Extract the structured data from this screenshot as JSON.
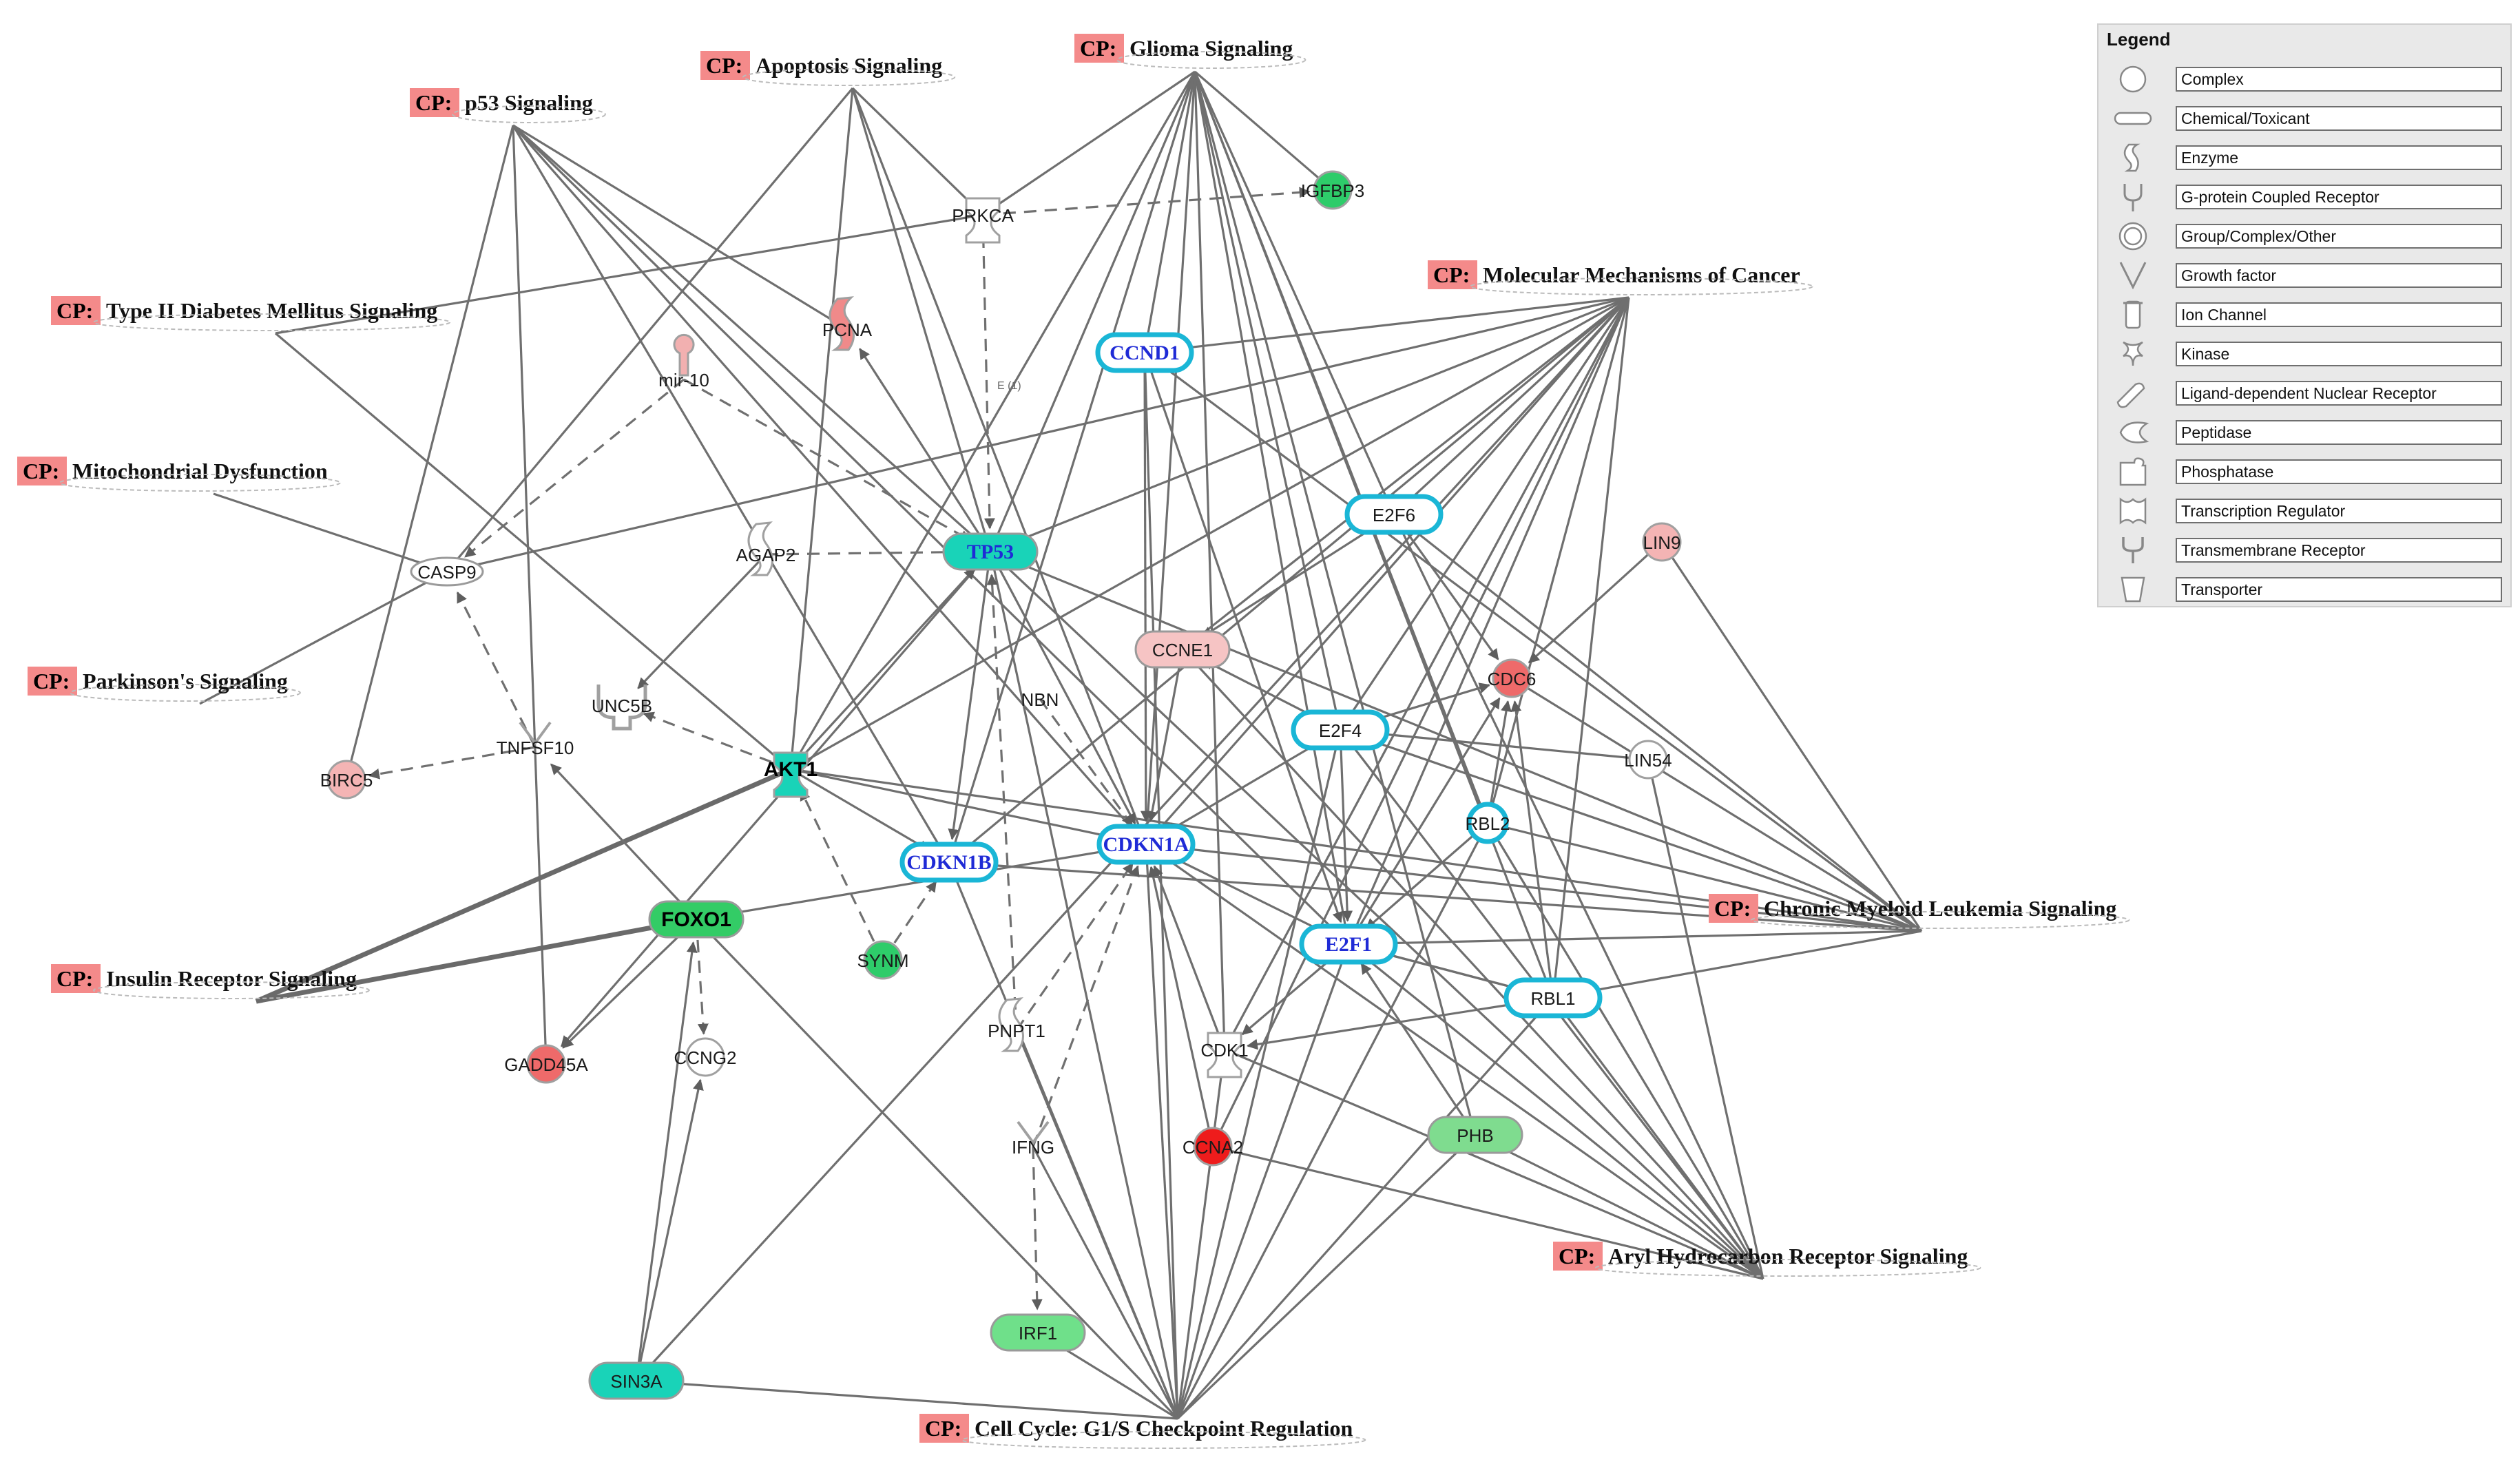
{
  "canonical_pathways": [
    {
      "id": "cp_p53",
      "tag": "CP:",
      "label": "p53 Signaling"
    },
    {
      "id": "cp_apop",
      "tag": "CP:",
      "label": "Apoptosis Signaling"
    },
    {
      "id": "cp_glioma",
      "tag": "CP:",
      "label": "Glioma Signaling"
    },
    {
      "id": "cp_t2d",
      "tag": "CP:",
      "label": "Type II Diabetes Mellitus Signaling"
    },
    {
      "id": "cp_mmc",
      "tag": "CP:",
      "label": "Molecular Mechanisms of Cancer"
    },
    {
      "id": "cp_mito",
      "tag": "CP:",
      "label": "Mitochondrial Dysfunction"
    },
    {
      "id": "cp_park",
      "tag": "CP:",
      "label": "Parkinson's Signaling"
    },
    {
      "id": "cp_cml",
      "tag": "CP:",
      "label": "Chronic Myeloid Leukemia Signaling"
    },
    {
      "id": "cp_ins",
      "tag": "CP:",
      "label": "Insulin Receptor Signaling"
    },
    {
      "id": "cp_ahr",
      "tag": "CP:",
      "label": "Aryl Hydrocarbon Receptor Signaling"
    },
    {
      "id": "cp_cc",
      "tag": "CP:",
      "label": "Cell Cycle: G1/S Checkpoint Regulation"
    }
  ],
  "nodes": [
    {
      "id": "PRKCA",
      "label": "PRKCA",
      "shape": "kinase",
      "fill": "#ffffff",
      "style": "normal"
    },
    {
      "id": "IGFBP3",
      "label": "IGFBP3",
      "shape": "circle",
      "fill": "#2ecc6a",
      "style": "normal"
    },
    {
      "id": "PCNA",
      "label": "PCNA",
      "shape": "enzyme",
      "fill": "#f08a8a",
      "style": "normal"
    },
    {
      "id": "CCND1",
      "label": "CCND1",
      "shape": "double",
      "fill": "#ffffff",
      "style": "blue"
    },
    {
      "id": "mir10",
      "label": "mir-10",
      "shape": "mirna",
      "fill": "#f2b0b0",
      "style": "normal"
    },
    {
      "id": "E2F6",
      "label": "E2F6",
      "shape": "double",
      "fill": "#ffffff",
      "style": "cyan"
    },
    {
      "id": "AGAP2",
      "label": "AGAP2",
      "shape": "enzyme",
      "fill": "#ffffff",
      "style": "normal"
    },
    {
      "id": "TP53",
      "label": "TP53",
      "shape": "double",
      "fill": "#19d3b8",
      "style": "blue"
    },
    {
      "id": "CASP9",
      "label": "CASP9",
      "shape": "ellipse",
      "fill": "#ffffff",
      "style": "normal"
    },
    {
      "id": "LIN9",
      "label": "LIN9",
      "shape": "circle",
      "fill": "#f4b4b4",
      "style": "normal"
    },
    {
      "id": "CCNE1",
      "label": "CCNE1",
      "shape": "double",
      "fill": "#f6c4c4",
      "style": "normal"
    },
    {
      "id": "NBN",
      "label": "NBN",
      "shape": "text",
      "fill": "#ffffff",
      "style": "normal"
    },
    {
      "id": "UNC5B",
      "label": "UNC5B",
      "shape": "receptor",
      "fill": "#ffffff",
      "style": "normal"
    },
    {
      "id": "CDC6",
      "label": "CDC6",
      "shape": "circle",
      "fill": "#ee6a6a",
      "style": "normal"
    },
    {
      "id": "E2F4",
      "label": "E2F4",
      "shape": "double",
      "fill": "#ffffff",
      "style": "cyan"
    },
    {
      "id": "TNFSF10",
      "label": "TNFSF10",
      "shape": "growth",
      "fill": "#ffffff",
      "style": "normal"
    },
    {
      "id": "LIN54",
      "label": "LIN54",
      "shape": "circle",
      "fill": "#ffffff",
      "style": "normal"
    },
    {
      "id": "BIRC5",
      "label": "BIRC5",
      "shape": "circle",
      "fill": "#f4b4b4",
      "style": "normal"
    },
    {
      "id": "AKT1",
      "label": "AKT1",
      "shape": "kinase",
      "fill": "#19d3b8",
      "style": "bold"
    },
    {
      "id": "RBL2",
      "label": "RBL2",
      "shape": "circle",
      "fill": "#ffffff",
      "style": "cyan"
    },
    {
      "id": "CDKN1B",
      "label": "CDKN1B",
      "shape": "double",
      "fill": "#ffffff",
      "style": "blue"
    },
    {
      "id": "CDKN1A",
      "label": "CDKN1A",
      "shape": "double",
      "fill": "#ffffff",
      "style": "blue"
    },
    {
      "id": "FOXO1",
      "label": "FOXO1",
      "shape": "double",
      "fill": "#33cc66",
      "style": "bold"
    },
    {
      "id": "E2F1",
      "label": "E2F1",
      "shape": "double",
      "fill": "#ffffff",
      "style": "bluecyan"
    },
    {
      "id": "SYNM",
      "label": "SYNM",
      "shape": "circle",
      "fill": "#2ecc6a",
      "style": "normal"
    },
    {
      "id": "RBL1",
      "label": "RBL1",
      "shape": "double",
      "fill": "#ffffff",
      "style": "cyan"
    },
    {
      "id": "PNPT1",
      "label": "PNPT1",
      "shape": "enzyme",
      "fill": "#ffffff",
      "style": "normal"
    },
    {
      "id": "CDK1",
      "label": "CDK1",
      "shape": "kinase",
      "fill": "#ffffff",
      "style": "normal"
    },
    {
      "id": "GADD45A",
      "label": "GADD45A",
      "shape": "circle",
      "fill": "#ee6a6a",
      "style": "normal"
    },
    {
      "id": "CCNG2",
      "label": "CCNG2",
      "shape": "circle",
      "fill": "#ffffff",
      "style": "normal"
    },
    {
      "id": "PHB",
      "label": "PHB",
      "shape": "double",
      "fill": "#7fdc8f",
      "style": "normal"
    },
    {
      "id": "IFNG",
      "label": "IFNG",
      "shape": "growth",
      "fill": "#ffffff",
      "style": "normal"
    },
    {
      "id": "CCNA2",
      "label": "CCNA2",
      "shape": "circle",
      "fill": "#ee1c1c",
      "style": "normal"
    },
    {
      "id": "IRF1",
      "label": "IRF1",
      "shape": "double",
      "fill": "#6fe08a",
      "style": "normal"
    },
    {
      "id": "SIN3A",
      "label": "SIN3A",
      "shape": "double",
      "fill": "#19d3b8",
      "style": "normal"
    }
  ],
  "edge_note": "E (1)",
  "legend": {
    "title": "Legend",
    "items": [
      {
        "label": "Complex",
        "icon": "complex-icon"
      },
      {
        "label": "Chemical/Toxicant",
        "icon": "chemical-icon"
      },
      {
        "label": "Enzyme",
        "icon": "enzyme-icon"
      },
      {
        "label": "G-protein Coupled Receptor",
        "icon": "gpcr-icon"
      },
      {
        "label": "Group/Complex/Other",
        "icon": "group-icon"
      },
      {
        "label": "Growth factor",
        "icon": "growth-factor-icon"
      },
      {
        "label": "Ion Channel",
        "icon": "ion-channel-icon"
      },
      {
        "label": "Kinase",
        "icon": "kinase-icon"
      },
      {
        "label": "Ligand-dependent Nuclear Receptor",
        "icon": "nuclear-receptor-icon"
      },
      {
        "label": "Peptidase",
        "icon": "peptidase-icon"
      },
      {
        "label": "Phosphatase",
        "icon": "phosphatase-icon"
      },
      {
        "label": "Transcription Regulator",
        "icon": "transcription-regulator-icon"
      },
      {
        "label": "Transmembrane Receptor",
        "icon": "transmembrane-receptor-icon"
      },
      {
        "label": "Transporter",
        "icon": "transporter-icon"
      }
    ]
  }
}
